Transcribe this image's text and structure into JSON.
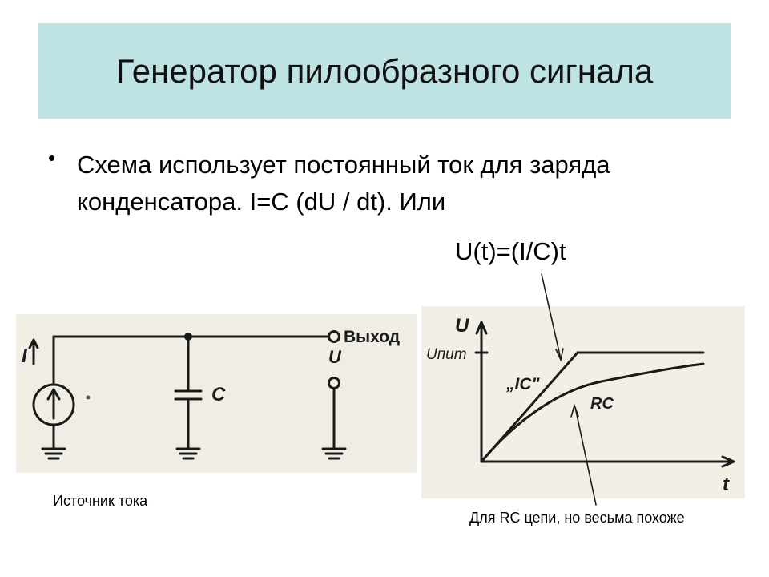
{
  "slide": {
    "title": "Генератор пилообразного сигнала",
    "bullet_symbol": "•",
    "bullet_text": "Схема использует постоянный ток для заряда конденсатора. I=C (dU / dt). Или",
    "formula": "U(t)=(I/C)t"
  },
  "circuit": {
    "current_label": "I",
    "capacitor_label": "C",
    "output_label": "Выход",
    "voltage_label": "U"
  },
  "graph": {
    "y_axis_label": "U",
    "supply_label": "Uпит",
    "x_axis_label": "t",
    "ic_curve_label": "„IC\"",
    "rc_curve_label": "RC"
  },
  "captions": {
    "left": "Источник тока",
    "right": "Для RC цепи, но весьма похоже"
  },
  "colors": {
    "title_background": "#bfe3e3",
    "ink": "#1a1a1a"
  }
}
